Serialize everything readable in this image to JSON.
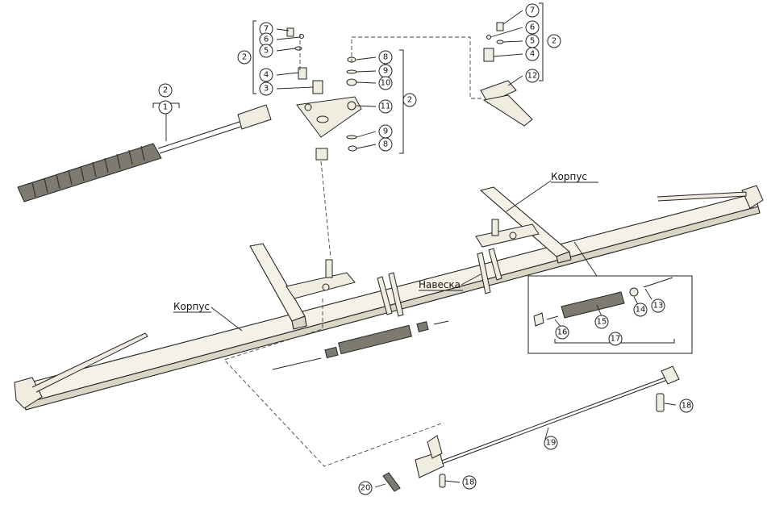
{
  "labels": {
    "korpus_top": "Корпус",
    "korpus_left": "Корпус",
    "naveska": "Навеска"
  },
  "callouts": [
    {
      "id": "c-2-left",
      "text": "2"
    },
    {
      "id": "c-1-left",
      "text": "1"
    },
    {
      "id": "c-7-a",
      "text": "7"
    },
    {
      "id": "c-6-a",
      "text": "6"
    },
    {
      "id": "c-5-a",
      "text": "5"
    },
    {
      "id": "c-2-a",
      "text": "2"
    },
    {
      "id": "c-4-a",
      "text": "4"
    },
    {
      "id": "c-3-a",
      "text": "3"
    },
    {
      "id": "c-8-a",
      "text": "8"
    },
    {
      "id": "c-9-a",
      "text": "9"
    },
    {
      "id": "c-10-a",
      "text": "10"
    },
    {
      "id": "c-11-a",
      "text": "11"
    },
    {
      "id": "c-2-b",
      "text": "2"
    },
    {
      "id": "c-9-b",
      "text": "9"
    },
    {
      "id": "c-8-b",
      "text": "8"
    },
    {
      "id": "c-7-b",
      "text": "7"
    },
    {
      "id": "c-6-b",
      "text": "6"
    },
    {
      "id": "c-5-b",
      "text": "5"
    },
    {
      "id": "c-2-c",
      "text": "2"
    },
    {
      "id": "c-4-b",
      "text": "4"
    },
    {
      "id": "c-12",
      "text": "12"
    },
    {
      "id": "c-13",
      "text": "13"
    },
    {
      "id": "c-14",
      "text": "14"
    },
    {
      "id": "c-15",
      "text": "15"
    },
    {
      "id": "c-16",
      "text": "16"
    },
    {
      "id": "c-17",
      "text": "17"
    },
    {
      "id": "c-18-a",
      "text": "18"
    },
    {
      "id": "c-18-b",
      "text": "18"
    },
    {
      "id": "c-19",
      "text": "19"
    },
    {
      "id": "c-20",
      "text": "20"
    }
  ]
}
